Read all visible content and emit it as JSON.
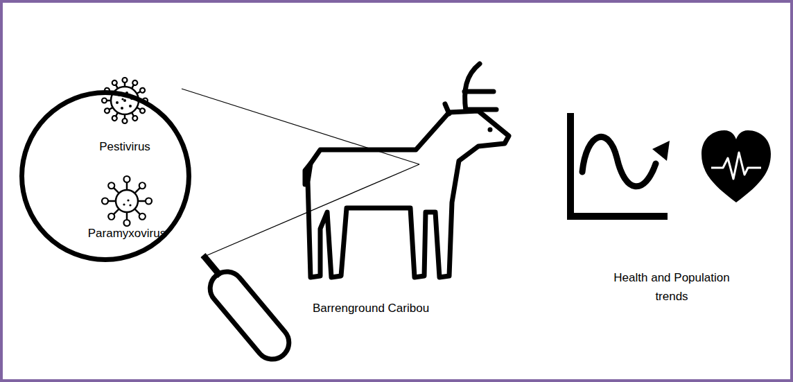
{
  "diagram": {
    "nodes": [
      {
        "text": [
          "Pestivirus",
          "Paramyxovirus"
        ]
      }
    ],
    "labels": [
      "Barrenground Caribou",
      "Health and Population trends"
    ]
  }
}
